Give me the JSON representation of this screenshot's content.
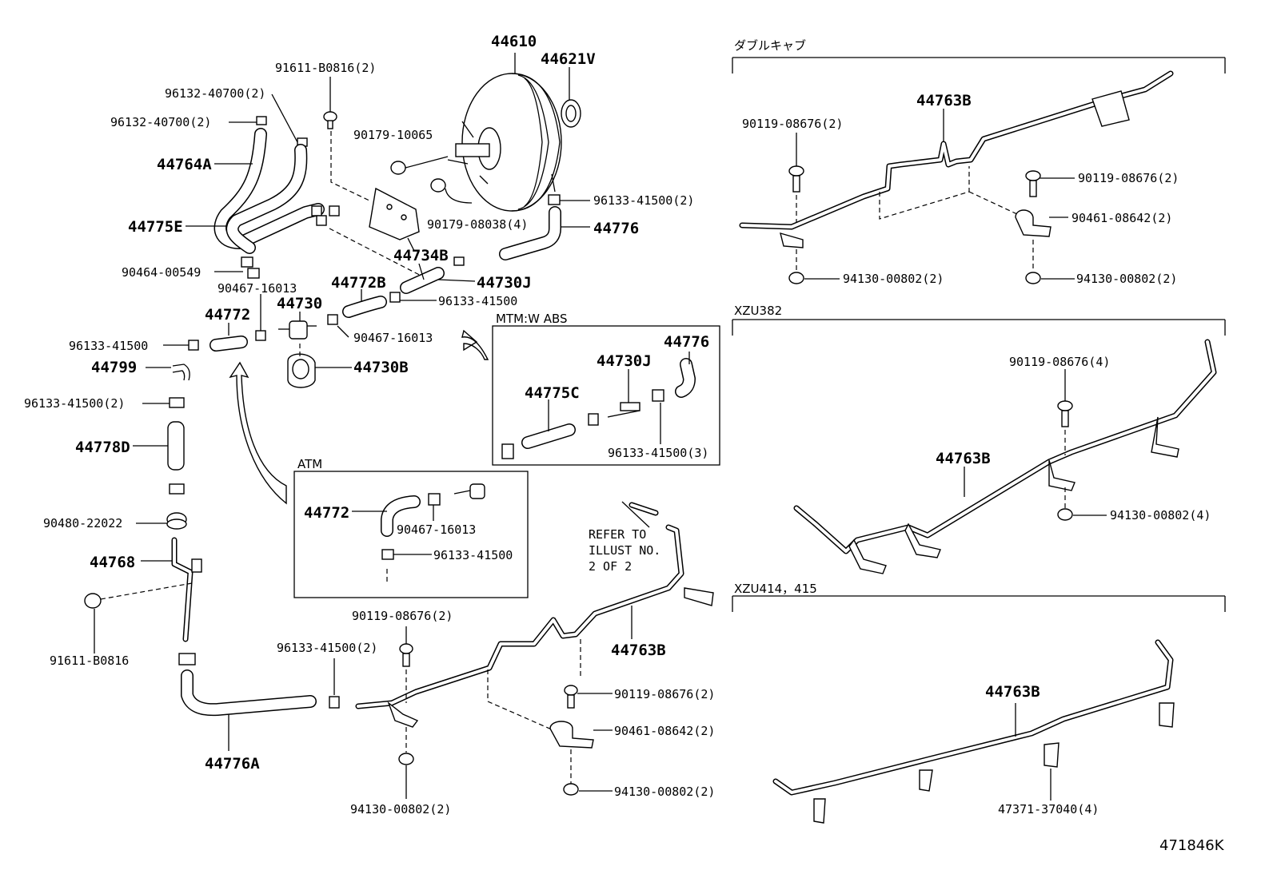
{
  "sections": {
    "double_cab": "ダブルキャブ",
    "xzu382": "XZU382",
    "xzu414": "XZU414，415",
    "mtm_abs": "MTM:W ABS",
    "atm": "ATM"
  },
  "refer_note": [
    "REFER TO",
    "ILLUST NO.",
    "2 OF 2"
  ],
  "illustration_id": "471846K",
  "labels": {
    "p44610": "44610",
    "p44621v": "44621V",
    "p91611_top": "91611-B0816(2)",
    "p96132_a": "96132-40700(2)",
    "p96132_b": "96132-40700(2)",
    "p90179_10065": "90179-10065",
    "p44764a": "44764A",
    "p96133_r": "96133-41500(2)",
    "p44775e": "44775E",
    "p90179_08038": "90179-08038(4)",
    "p44776": "44776",
    "p44734b": "44734B",
    "p90464": "90464-00549",
    "p90467_a": "90467-16013",
    "p44772b": "44772B",
    "p44730j": "44730J",
    "p44730": "44730",
    "p96133_m": "96133-41500",
    "p44772": "44772",
    "p90467_b": "90467-16013",
    "p96133_l": "96133-41500",
    "p44730b": "44730B",
    "p44799": "44799",
    "p96133_l2": "96133-41500(2)",
    "p44778d": "44778D",
    "p90480": "90480-22022",
    "p44768": "44768",
    "p91611_b": "91611-B0816",
    "p44776a": "44776A",
    "p96133_bot": "96133-41500(2)",
    "p90119_bot": "90119-08676(2)",
    "p44763b_bot": "44763B",
    "p90119_bot2": "90119-08676(2)",
    "p90461_bot": "90461-08642(2)",
    "p94130_bot_l": "94130-00802(2)",
    "p94130_bot_r": "94130-00802(2)",
    "mtm_44776": "44776",
    "mtm_44730j": "44730J",
    "mtm_44775c": "44775C",
    "mtm_96133": "96133-41500(3)",
    "atm_44772": "44772",
    "atm_90467": "90467-16013",
    "atm_96133": "96133-41500",
    "dc_44763b": "44763B",
    "dc_90119_l": "90119-08676(2)",
    "dc_90119_r": "90119-08676(2)",
    "dc_90461": "90461-08642(2)",
    "dc_94130_l": "94130-00802(2)",
    "dc_94130_r": "94130-00802(2)",
    "x382_90119": "90119-08676(4)",
    "x382_44763b": "44763B",
    "x382_94130": "94130-00802(4)",
    "x414_44763b": "44763B",
    "x414_47371": "47371-37040(4)"
  }
}
